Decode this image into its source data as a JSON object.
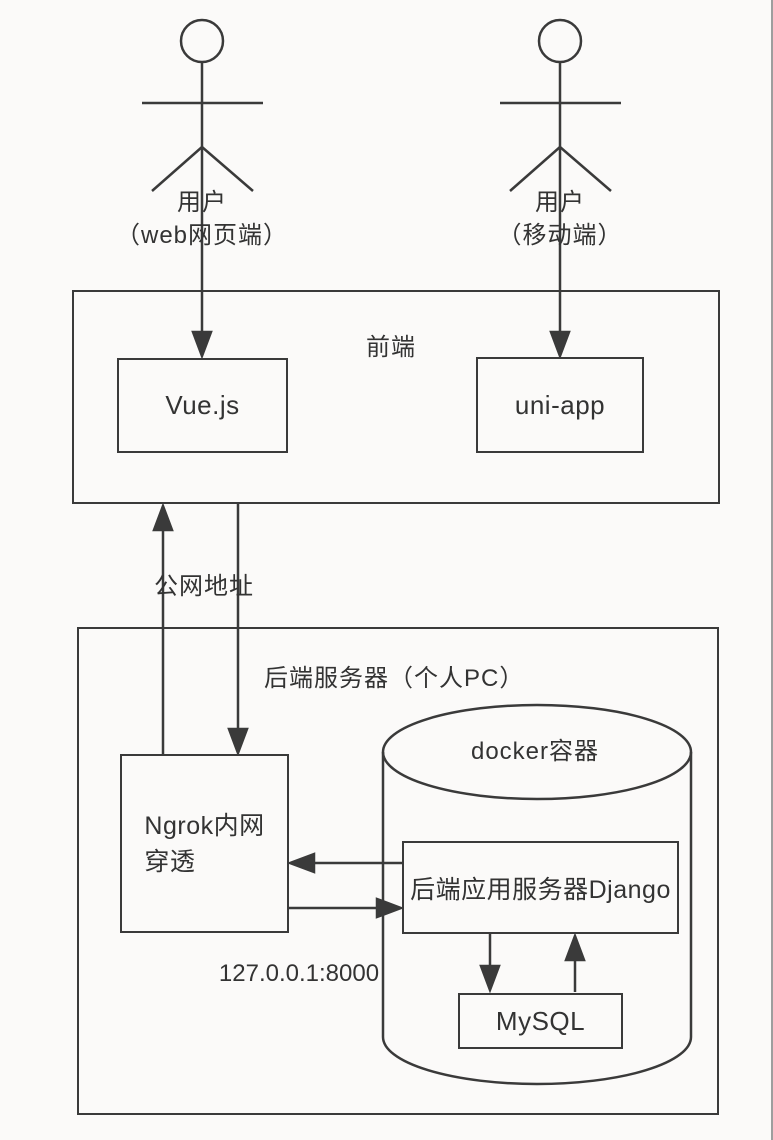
{
  "style": {
    "line_color": "#3a3a3a",
    "text_color": "#333333",
    "background": "#fbfaf9"
  },
  "actors": {
    "web_user": {
      "name": "用户",
      "detail": "（web网页端）"
    },
    "mobile_user": {
      "name": "用户",
      "detail": "（移动端）"
    }
  },
  "frontend": {
    "title": "前端",
    "vue_label": "Vue.js",
    "uniapp_label": "uni-app"
  },
  "links": {
    "public_address_label": "公网地址",
    "local_address_label": "127.0.0.1:8000"
  },
  "backend": {
    "title": "后端服务器（个人PC）",
    "ngrok_line1": "Ngrok内网",
    "ngrok_line2": "穿透",
    "docker_label": "docker容器",
    "django_label": "后端应用服务器Django",
    "mysql_label": "MySQL"
  }
}
